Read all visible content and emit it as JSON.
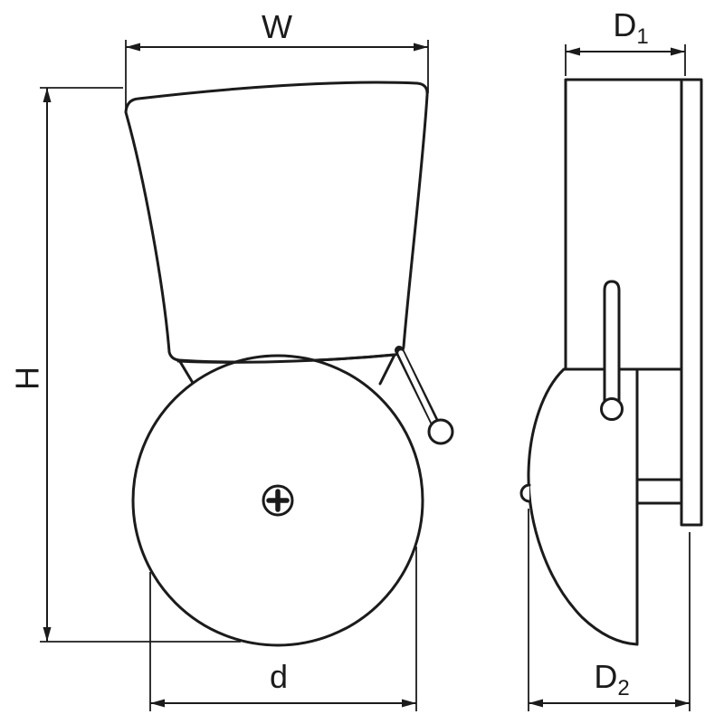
{
  "drawing": {
    "colors": {
      "line": "#1b1b1b",
      "background": "#ffffff"
    },
    "views": {
      "front": {
        "labels": {
          "width": "W",
          "height": "H",
          "diameter": "d"
        }
      },
      "side": {
        "labels": {
          "depth_top": {
            "main": "D",
            "sub": "1"
          },
          "depth_bottom": {
            "main": "D",
            "sub": "2"
          }
        }
      }
    }
  }
}
